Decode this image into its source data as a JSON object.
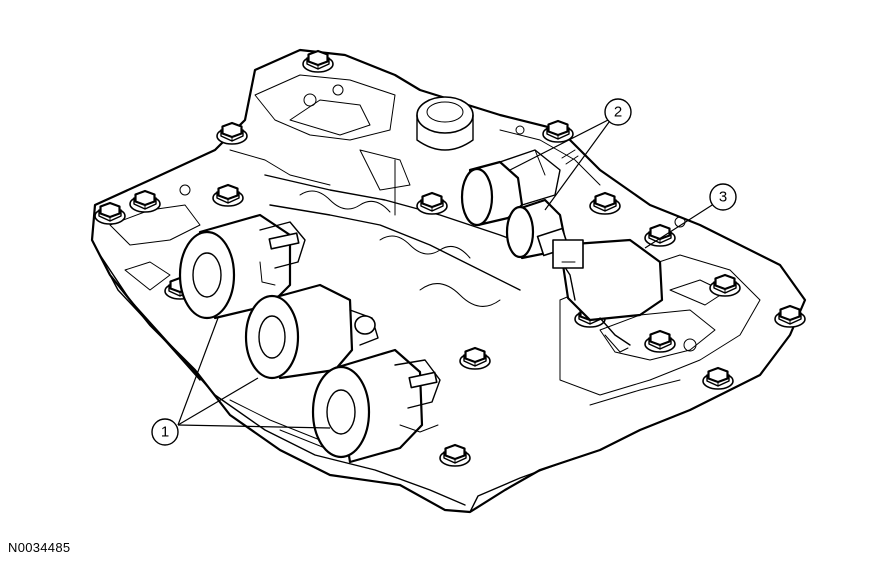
{
  "callouts": [
    {
      "id": "1",
      "label": "1"
    },
    {
      "id": "2",
      "label": "2"
    },
    {
      "id": "3",
      "label": "3"
    }
  ],
  "figure_id": "N0034485"
}
